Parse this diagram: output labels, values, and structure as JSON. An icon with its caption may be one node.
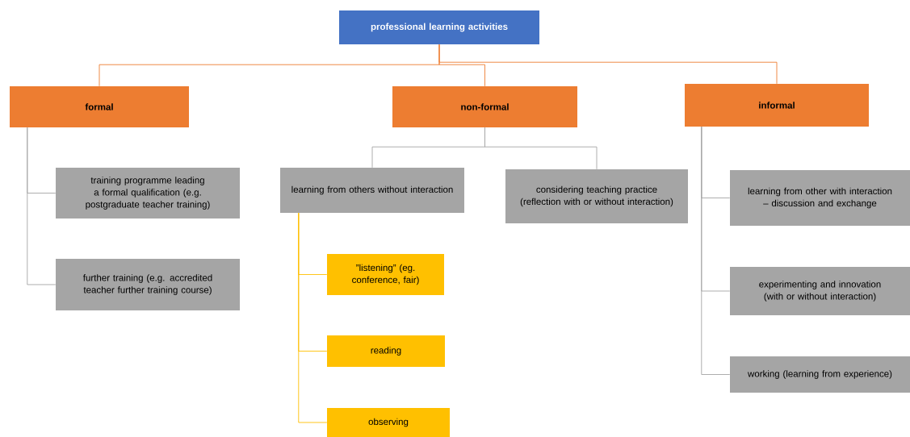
{
  "diagram": {
    "nodes": [
      {
        "text": [
          "professional learning activities"
        ]
      },
      {
        "text": [
          "formal"
        ]
      },
      {
        "text": [
          "non-formal"
        ]
      },
      {
        "text": [
          "informal"
        ]
      },
      {
        "text": [
          "training programme leading a formal qualification (e.g. postgraduate teacher training)"
        ]
      },
      {
        "text": [
          "further training (e.g. accredited teacher further training course)"
        ]
      },
      {
        "text": [
          "learning from others without interaction"
        ]
      },
      {
        "text": [
          "considering teaching practice (reflection with or without interaction)"
        ]
      },
      {
        "text": [
          "”listening” (eg. conference, fair)"
        ]
      },
      {
        "text": [
          "reading"
        ]
      },
      {
        "text": [
          "observing"
        ]
      },
      {
        "text": [
          "learning from other with interaction – discussion and exchange"
        ]
      },
      {
        "text": [
          "experimenting and innovation (with or without interaction)"
        ]
      },
      {
        "text": [
          "working (learning from experience)"
        ]
      }
    ],
    "edges": [
      {
        "from": 0,
        "to": 1,
        "arrow": "none",
        "color": "#ed7d31"
      },
      {
        "from": 0,
        "to": 2,
        "arrow": "none",
        "color": "#ed7d31"
      },
      {
        "from": 0,
        "to": 3,
        "arrow": "none",
        "color": "#ed7d31"
      },
      {
        "from": 1,
        "to": 4,
        "arrow": "none"
      },
      {
        "from": 1,
        "to": 5,
        "arrow": "none"
      },
      {
        "from": 2,
        "to": 6,
        "arrow": "none"
      },
      {
        "from": 2,
        "to": 7,
        "arrow": "none"
      },
      {
        "from": 6,
        "to": 8,
        "arrow": "none",
        "color": "#ffc000"
      },
      {
        "from": 6,
        "to": 9,
        "arrow": "none",
        "color": "#ffc000"
      },
      {
        "from": 6,
        "to": 10,
        "arrow": "none",
        "color": "#ffc000"
      },
      {
        "from": 3,
        "to": 11,
        "arrow": "none"
      },
      {
        "from": 3,
        "to": 12,
        "arrow": "none"
      },
      {
        "from": 3,
        "to": 13,
        "arrow": "none"
      }
    ]
  }
}
